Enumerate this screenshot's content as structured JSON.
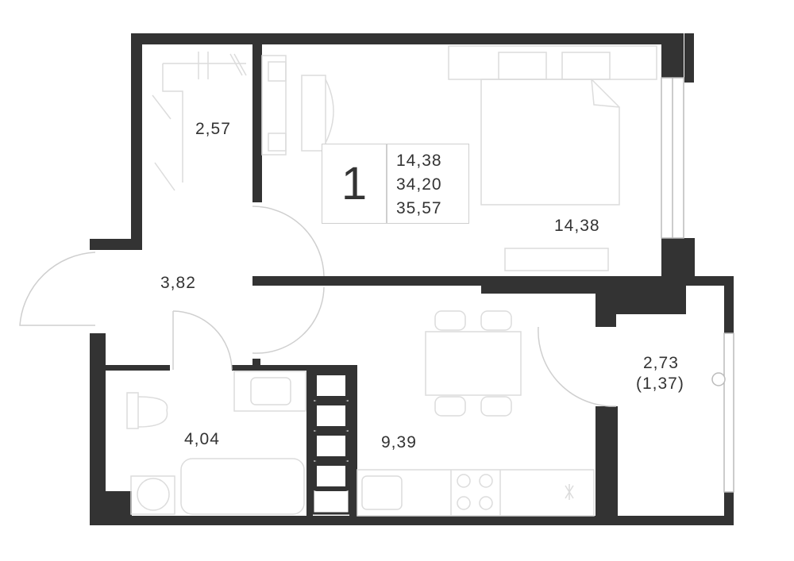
{
  "plan": {
    "rooms_count": "1",
    "summary_areas": [
      "14,38",
      "34,20",
      "35,57"
    ],
    "rooms": [
      {
        "id": "wardrobe",
        "area": "2,57"
      },
      {
        "id": "bedroom",
        "area": "14,38"
      },
      {
        "id": "hall",
        "area": "3,82"
      },
      {
        "id": "bathroom",
        "area": "4,04"
      },
      {
        "id": "kitchen",
        "area": "9,39"
      },
      {
        "id": "balcony",
        "area": "2,73",
        "reduced": "(1,37)"
      }
    ],
    "colors": {
      "wall": "#333333",
      "furniture": "#dcdcdc",
      "background": "#ffffff"
    }
  }
}
